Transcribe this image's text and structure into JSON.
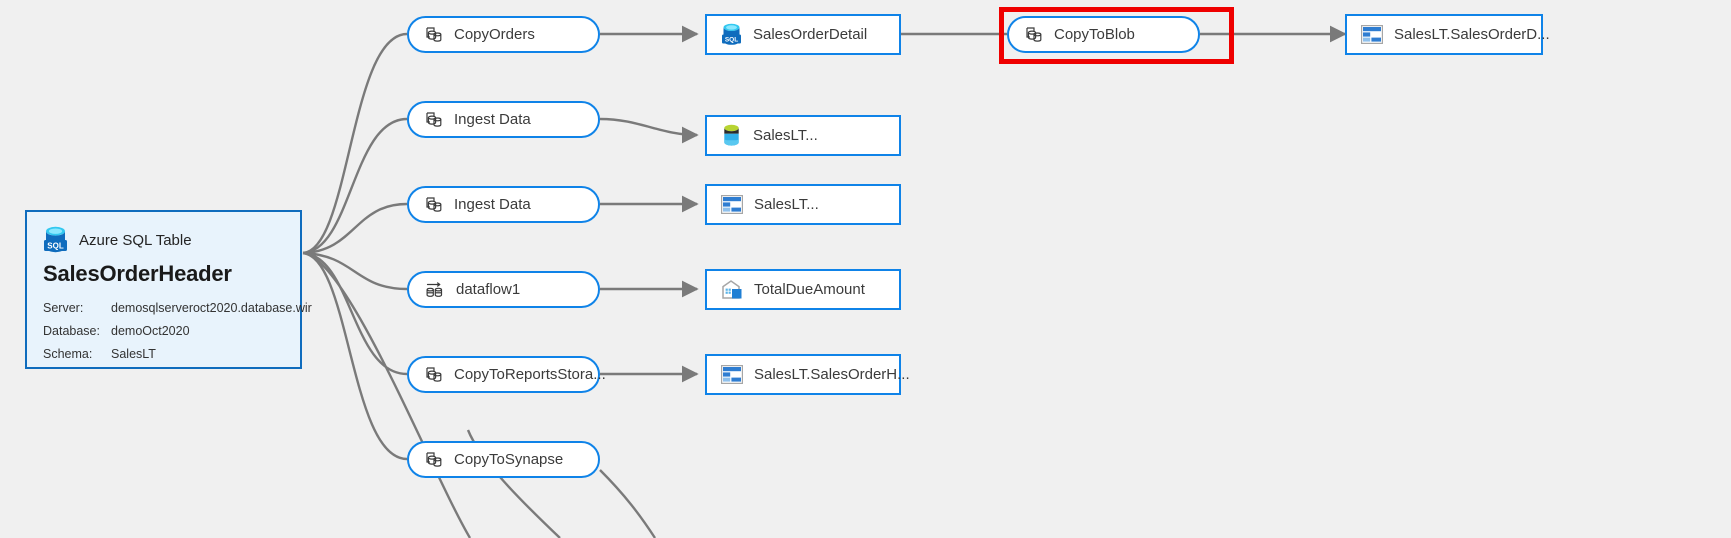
{
  "canvas": {
    "background": "#f0f0f0",
    "node_border_color": "#0f83e8",
    "edge_color": "#7a7a7a",
    "highlight_color": "#ef0000"
  },
  "source_entity": {
    "icon": "azure-sql-database-icon",
    "type_label": "Azure SQL Table",
    "title": "SalesOrderHeader",
    "properties": [
      {
        "key": "Server:",
        "value": "demosqlserveroct2020.database.wir"
      },
      {
        "key": "Database:",
        "value": "demoOct2020"
      },
      {
        "key": "Schema:",
        "value": "SalesLT"
      }
    ]
  },
  "activities": [
    {
      "id": "copyorders",
      "label": "CopyOrders",
      "icon": "copy-activity-icon"
    },
    {
      "id": "ingestdata1",
      "label": "Ingest Data",
      "icon": "copy-activity-icon"
    },
    {
      "id": "ingestdata2",
      "label": "Ingest Data",
      "icon": "copy-activity-icon"
    },
    {
      "id": "dataflow1",
      "label": "dataflow1",
      "icon": "dataflow-activity-icon"
    },
    {
      "id": "copytoreportsstorage",
      "label": "CopyToReportsStora...",
      "icon": "copy-activity-icon"
    },
    {
      "id": "copytosynapse",
      "label": "CopyToSynapse",
      "icon": "copy-activity-icon"
    },
    {
      "id": "copytoblob",
      "label": "CopyToBlob",
      "icon": "copy-activity-icon",
      "highlighted": true
    }
  ],
  "datasets": [
    {
      "id": "salesorderdetail",
      "label": "SalesOrderDetail",
      "icon": "azure-sql-dataset-icon"
    },
    {
      "id": "saleslt-parquet",
      "label": "SalesLT...",
      "icon": "parquet-dataset-icon"
    },
    {
      "id": "saleslt-delimited",
      "label": "SalesLT...",
      "icon": "delimited-text-dataset-icon"
    },
    {
      "id": "totaldueamount",
      "label": "TotalDueAmount",
      "icon": "synapse-dataset-icon"
    },
    {
      "id": "saleslt-salesorderh",
      "label": "SalesLT.SalesOrderH...",
      "icon": "delimited-text-dataset-icon"
    },
    {
      "id": "saleslt-salesorderd",
      "label": "SalesLT.SalesOrderD...",
      "icon": "delimited-text-dataset-icon"
    }
  ]
}
